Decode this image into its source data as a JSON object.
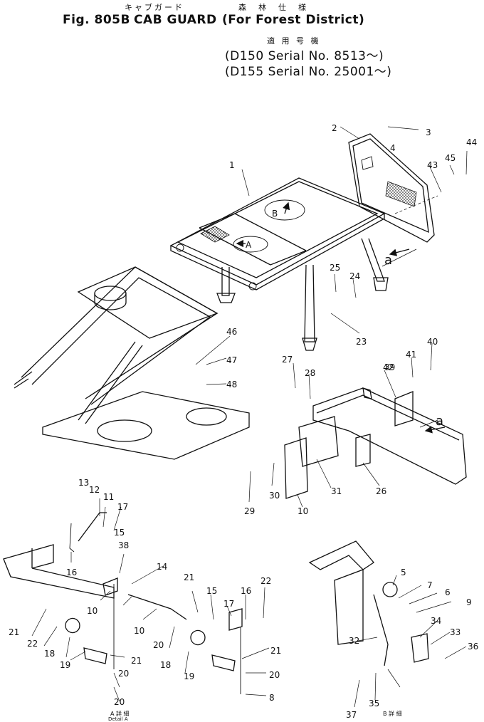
{
  "title": {
    "jp_cab_guard": "キャブガード",
    "jp_forest_spec": "森　林　仕　様",
    "fig_label": "Fig. 805B",
    "name": "CAB GUARD",
    "forest_district": "(For Forest District)",
    "jp_applicable": "適 用 号 機",
    "serial_1": "(D150 Serial No. 8513～)",
    "serial_2": "(D155 Serial No. 25001～)"
  },
  "view_markers": {
    "a_upper": "a",
    "a_lower": "a",
    "arrow_a": "A",
    "arrow_b": "B"
  },
  "captions": {
    "detail_a_jp": "A 詳 細",
    "detail_a_en": "Detail A",
    "detail_b_jp": "B 詳 細"
  },
  "part_numbers": [
    "1",
    "2",
    "3",
    "4",
    "43",
    "45",
    "44",
    "25",
    "24",
    "23",
    "46",
    "47",
    "48",
    "27",
    "28",
    "42",
    "41",
    "40",
    "39",
    "26",
    "31",
    "30",
    "29",
    "10",
    "13",
    "12",
    "11",
    "17",
    "16",
    "38",
    "15",
    "14",
    "10",
    "10",
    "20",
    "21",
    "22",
    "18",
    "19",
    "21",
    "20",
    "20",
    "21",
    "15",
    "17",
    "16",
    "22",
    "18",
    "19",
    "21",
    "20",
    "8",
    "5",
    "7",
    "6",
    "9",
    "32",
    "34",
    "33",
    "36",
    "37",
    "35"
  ]
}
